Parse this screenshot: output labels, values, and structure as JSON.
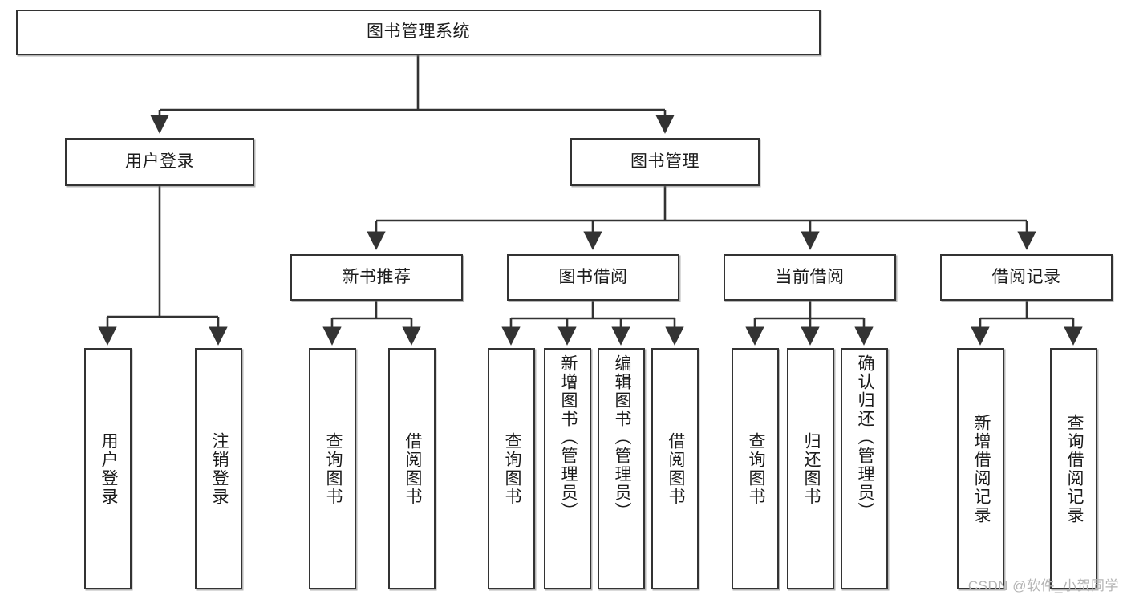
{
  "diagram": {
    "title": "图书管理系统",
    "watermark": "CSDN @软件_小贺同学",
    "colors": {
      "box_border": "#333333",
      "box_fill": "#ffffff",
      "line": "#333333",
      "watermark": "#b4b4b4"
    },
    "levels": {
      "root": {
        "label": "图书管理系统"
      },
      "level2": [
        {
          "label": "用户登录"
        },
        {
          "label": "图书管理"
        }
      ],
      "level3": [
        {
          "label": "新书推荐"
        },
        {
          "label": "图书借阅"
        },
        {
          "label": "当前借阅"
        },
        {
          "label": "借阅记录"
        }
      ],
      "leaves": [
        {
          "label": "用户登录",
          "parent": "用户登录"
        },
        {
          "label": "注销登录",
          "parent": "用户登录"
        },
        {
          "label": "查询图书",
          "parent": "新书推荐"
        },
        {
          "label": "借阅图书",
          "parent": "新书推荐"
        },
        {
          "label": "查询图书",
          "parent": "图书借阅"
        },
        {
          "label": "新增图书（管理员）",
          "parent": "图书借阅"
        },
        {
          "label": "编辑图书（管理员）",
          "parent": "图书借阅"
        },
        {
          "label": "借阅图书",
          "parent": "图书借阅"
        },
        {
          "label": "查询图书",
          "parent": "当前借阅"
        },
        {
          "label": "归还图书",
          "parent": "当前借阅"
        },
        {
          "label": "确认归还（管理员）",
          "parent": "当前借阅"
        },
        {
          "label": "新增借阅记录",
          "parent": "借阅记录"
        },
        {
          "label": "查询借阅记录",
          "parent": "借阅记录"
        }
      ]
    }
  }
}
